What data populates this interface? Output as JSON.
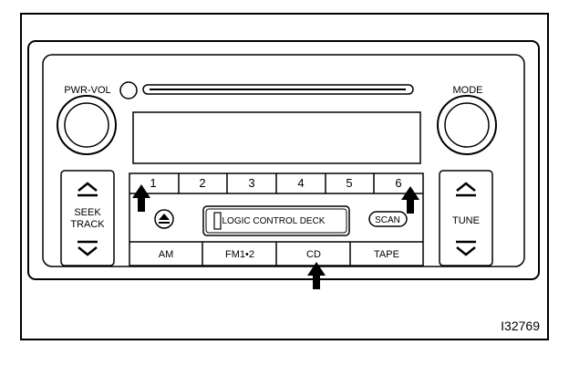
{
  "unit": {
    "power_volume_label": "PWR-VOL",
    "mode_label": "MODE",
    "seek_track_label": [
      "SEEK",
      "TRACK"
    ],
    "tune_label": "TUNE",
    "preset_buttons": [
      "1",
      "2",
      "3",
      "4",
      "5",
      "6"
    ],
    "cassette_label": "LOGIC CONTROL DECK",
    "scan_label": "SCAN",
    "band_buttons": [
      "AM",
      "FM1•2",
      "CD",
      "TAPE"
    ]
  },
  "figure_id": "I32769",
  "icons": {
    "eject": "eject-icon",
    "seek_up": "chevron-up-icon",
    "seek_down": "chevron-down-icon",
    "tune_up": "chevron-up-icon",
    "tune_down": "chevron-down-icon",
    "pointer": "arrow-up-icon"
  },
  "callout_targets": [
    "preset 1",
    "preset 6",
    "CD"
  ]
}
